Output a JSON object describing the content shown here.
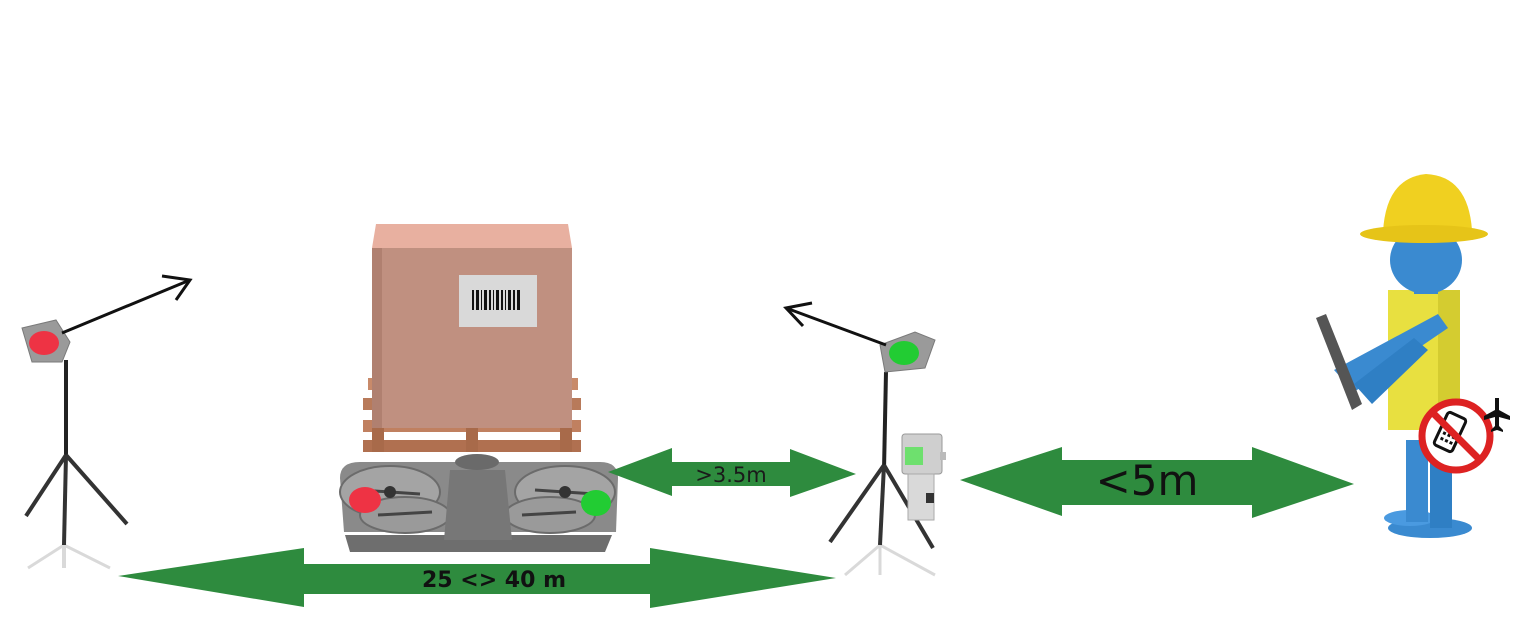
{
  "labels": {
    "launcher_gap": ">3.5m",
    "operator_distance": "<5m",
    "beacon_spacing": "25 <> 40 m"
  },
  "colors": {
    "arrow_green": "#2e8b3e",
    "beacon_red": "#ee3344",
    "beacon_green": "#22cc33",
    "box": "#c09080",
    "pallet": "#c08060",
    "drone_gray": "#7a7a7a",
    "helmet_yellow": "#f0d020",
    "vest_yellow": "#e8e040",
    "body_blue": "#3a8ad0",
    "no_phone_red": "#dd2222"
  },
  "icons": [
    "camera-beacon-red-icon",
    "camera-beacon-green-icon",
    "cargo-box-icon",
    "barcode-icon",
    "pallet-icon",
    "cargo-drone-icon",
    "operator-figure-icon",
    "no-phone-icon",
    "airplane-icon"
  ]
}
